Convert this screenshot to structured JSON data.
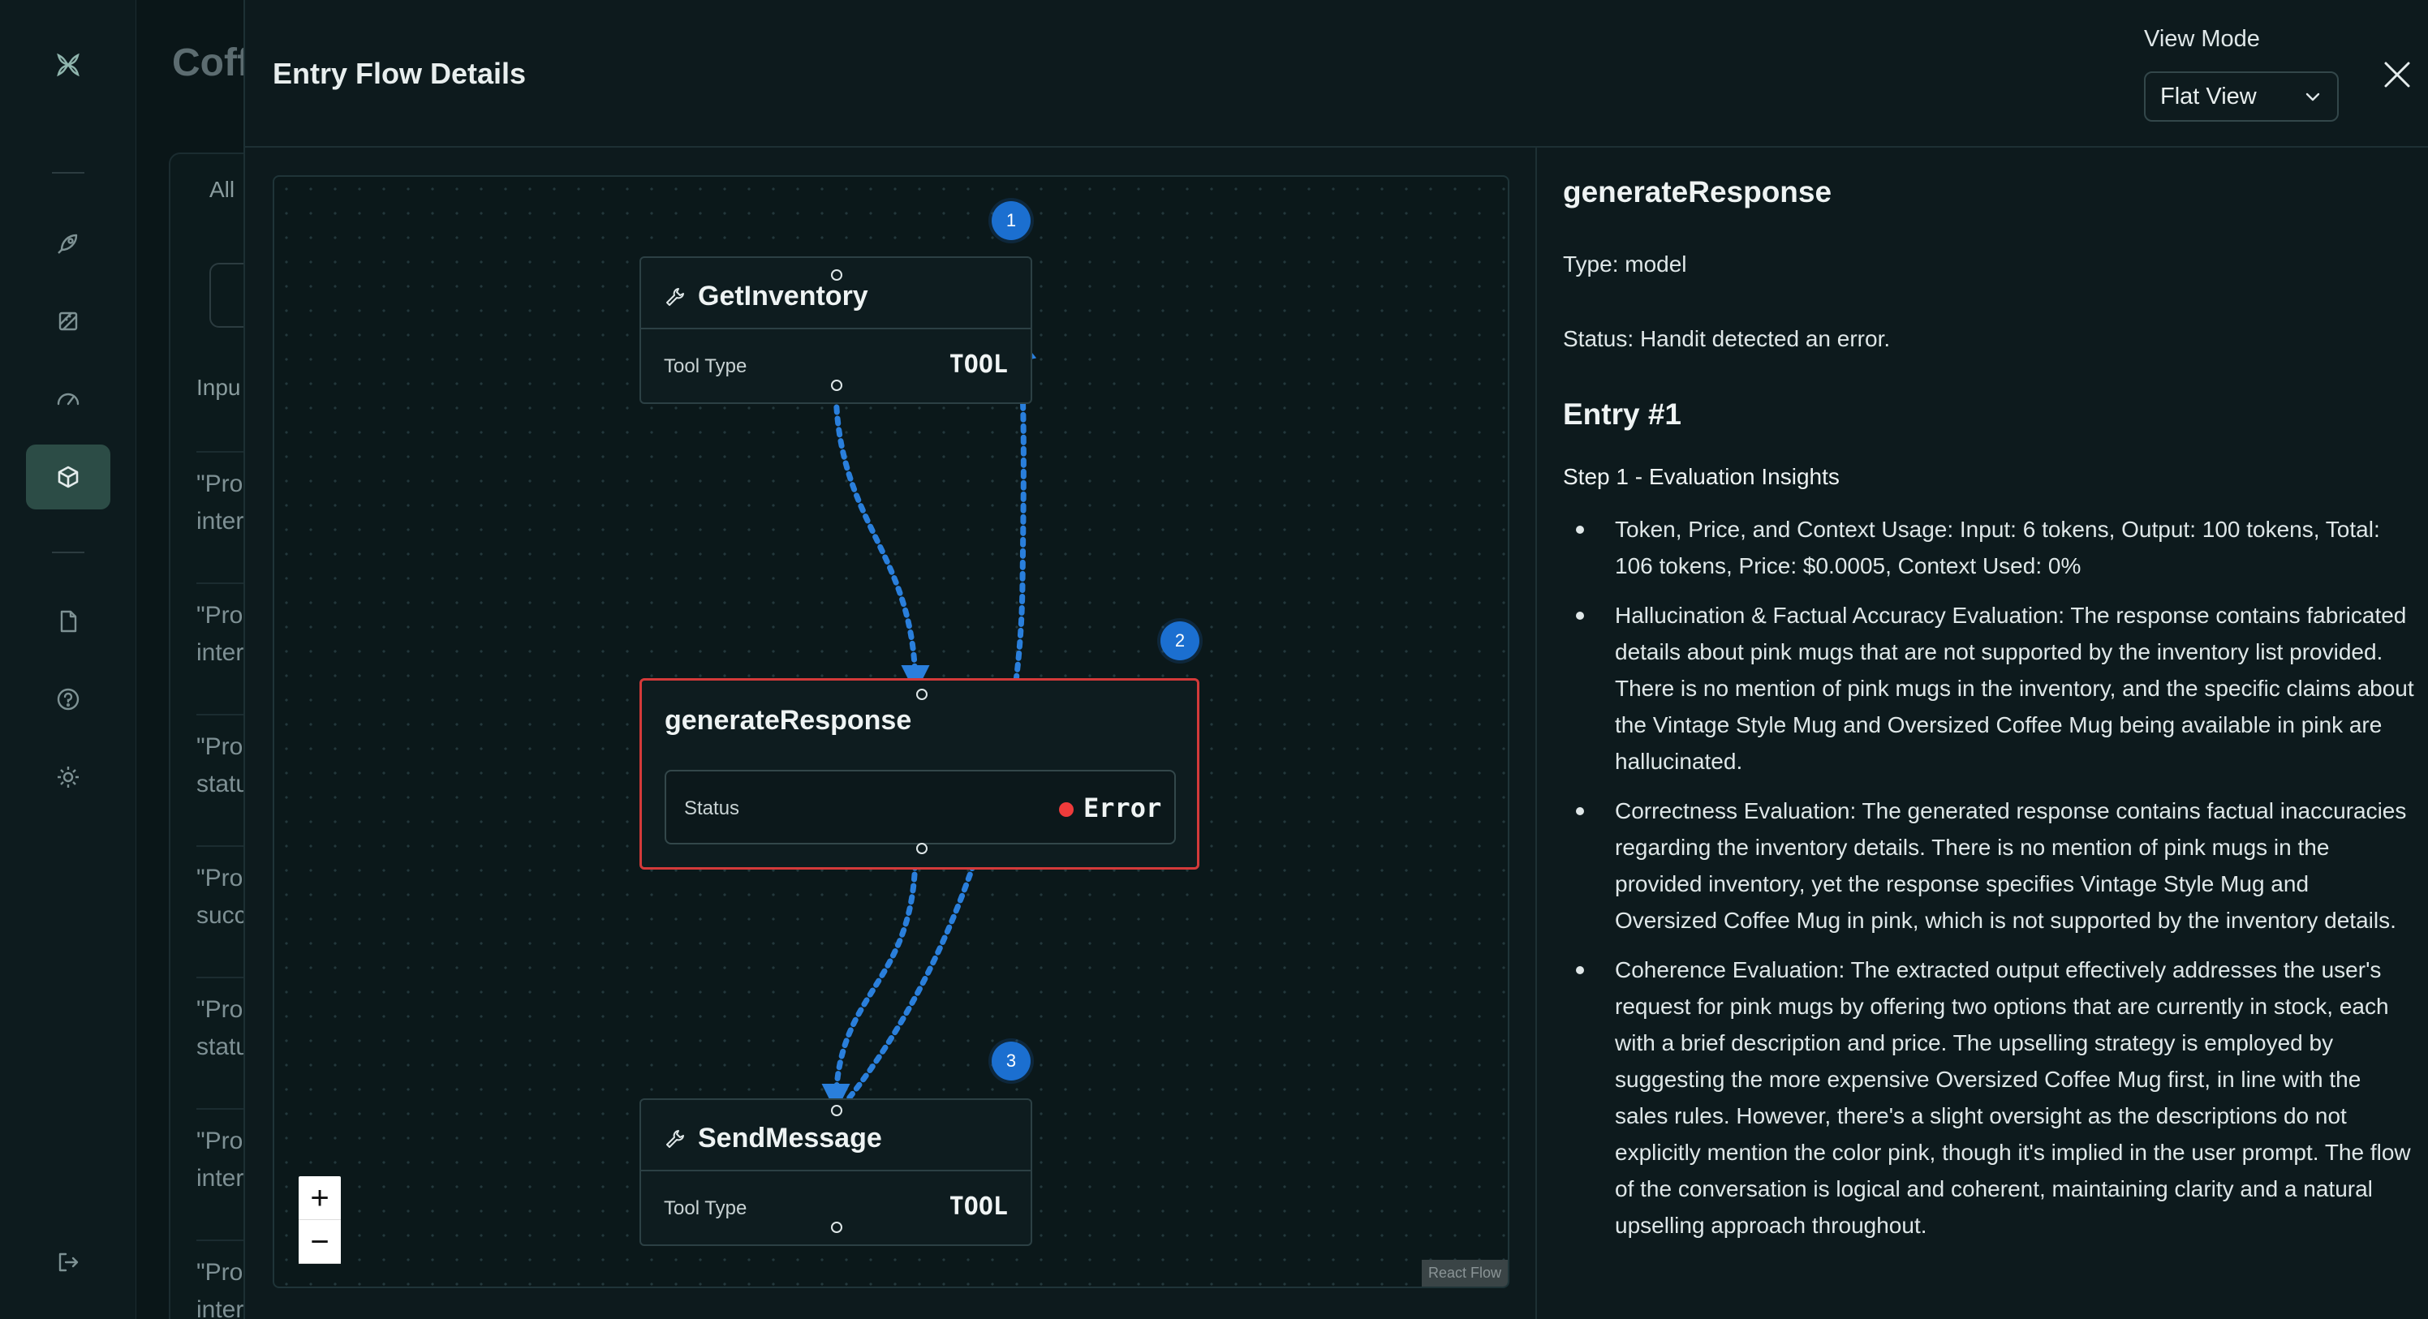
{
  "background": {
    "title": "Coff",
    "tab_all": "All",
    "column_header": "Inpu",
    "rows": [
      {
        "line1": "\"Pro",
        "line2": "inter"
      },
      {
        "line1": "\"Pro",
        "line2": "inter"
      },
      {
        "line1": "\"Pro",
        "line2": "statu"
      },
      {
        "line1": "\"Pro",
        "line2": "succ"
      },
      {
        "line1": "\"Pro",
        "line2": "statu"
      },
      {
        "line1": "\"Pro",
        "line2": "inter"
      },
      {
        "line1": "\"Pro",
        "line2": "inter"
      }
    ]
  },
  "sidebar": {
    "icons": [
      "logo-icon",
      "rocket-icon",
      "ruler-icon",
      "gauge-icon",
      "cube-icon",
      "file-icon",
      "help-icon",
      "gear-icon",
      "logout-icon"
    ],
    "active": "cube-icon",
    "accent_color": "#2c4c46"
  },
  "modal": {
    "title": "Entry Flow Details",
    "view_mode_label": "View Mode",
    "view_mode_value": "Flat View",
    "close_icon": "close-icon"
  },
  "flow": {
    "nodes": {
      "get_inventory": {
        "title": "GetInventory",
        "field_label": "Tool Type",
        "field_value": "TOOL",
        "step": "1"
      },
      "generate_response": {
        "title": "generateResponse",
        "field_label": "Status",
        "field_value": "Error",
        "step": "2",
        "status_color": "#ef3b3b"
      },
      "send_message": {
        "title": "SendMessage",
        "field_label": "Tool Type",
        "field_value": "TOOL",
        "step": "3"
      }
    },
    "edge_color": "#2a7fdc",
    "zoom_in": "+",
    "zoom_out": "−",
    "attribution": "React Flow"
  },
  "details": {
    "title": "generateResponse",
    "type": "Type: model",
    "status": "Status: Handit detected an error.",
    "entry": "Entry #1",
    "step": "Step 1 - Evaluation Insights",
    "insights": [
      "Token, Price, and Context Usage: Input: 6 tokens, Output: 100 tokens, Total: 106 tokens, Price: $0.0005, Context Used: 0%",
      "Hallucination & Factual Accuracy Evaluation: The response contains fabricated details about pink mugs that are not supported by the inventory list provided. There is no mention of pink mugs in the inventory, and the specific claims about the Vintage Style Mug and Oversized Coffee Mug being available in pink are hallucinated.",
      "Correctness Evaluation: The generated response contains factual inaccuracies regarding the inventory details. There is no mention of pink mugs in the provided inventory, yet the response specifies Vintage Style Mug and Oversized Coffee Mug in pink, which is not supported by the inventory details.",
      "Coherence Evaluation: The extracted output effectively addresses the user's request for pink mugs by offering two options that are currently in stock, each with a brief description and price. The upselling strategy is employed by suggesting the more expensive Oversized Coffee Mug first, in line with the sales rules. However, there's a slight oversight as the descriptions do not explicitly mention the color pink, though it's implied in the user prompt. The flow of the conversation is logical and coherent, maintaining clarity and a natural upselling approach throughout."
    ]
  }
}
